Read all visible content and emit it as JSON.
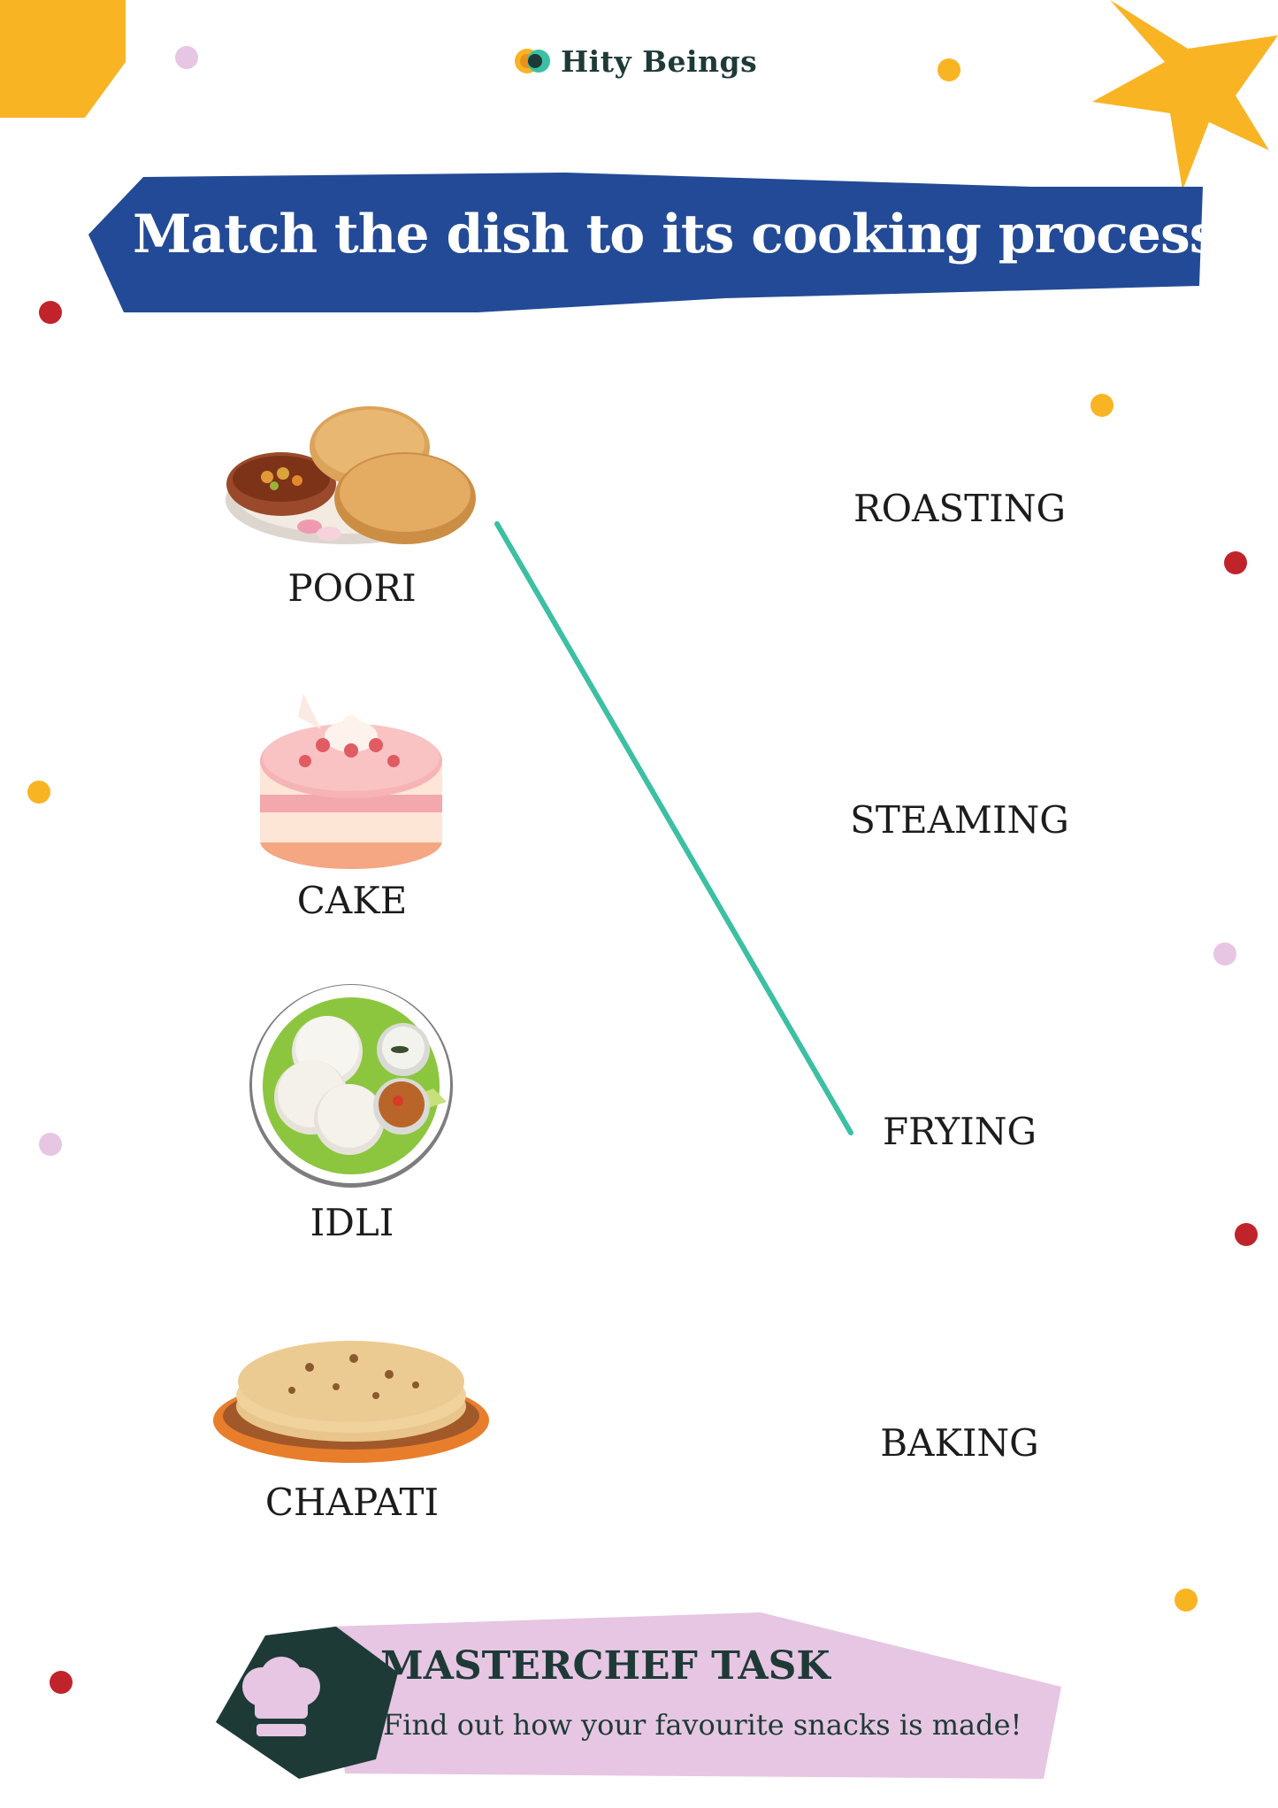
{
  "brand": {
    "name": "Hity Beings"
  },
  "title": "Match the dish to its cooking process!",
  "dishes": [
    {
      "label": "POORI",
      "icon": "poori-icon"
    },
    {
      "label": "CAKE",
      "icon": "cake-icon"
    },
    {
      "label": "IDLI",
      "icon": "idli-icon"
    },
    {
      "label": "CHAPATI",
      "icon": "chapati-icon"
    }
  ],
  "processes": [
    {
      "label": "ROASTING"
    },
    {
      "label": "STEAMING"
    },
    {
      "label": "FRYING"
    },
    {
      "label": "BAKING"
    }
  ],
  "example_match": {
    "from": "POORI",
    "to": "FRYING"
  },
  "task": {
    "title": "MASTERCHEF TASK",
    "subtitle": "Find out how your favourite snacks is made!",
    "icon": "chef-hat-icon"
  },
  "colors": {
    "banner": "#234a96",
    "match_line": "#3cbfa2",
    "accent_yellow": "#f9b424",
    "accent_red": "#c1232b",
    "accent_lilac": "#e6c6e2",
    "dark_teal": "#1e3a37"
  }
}
